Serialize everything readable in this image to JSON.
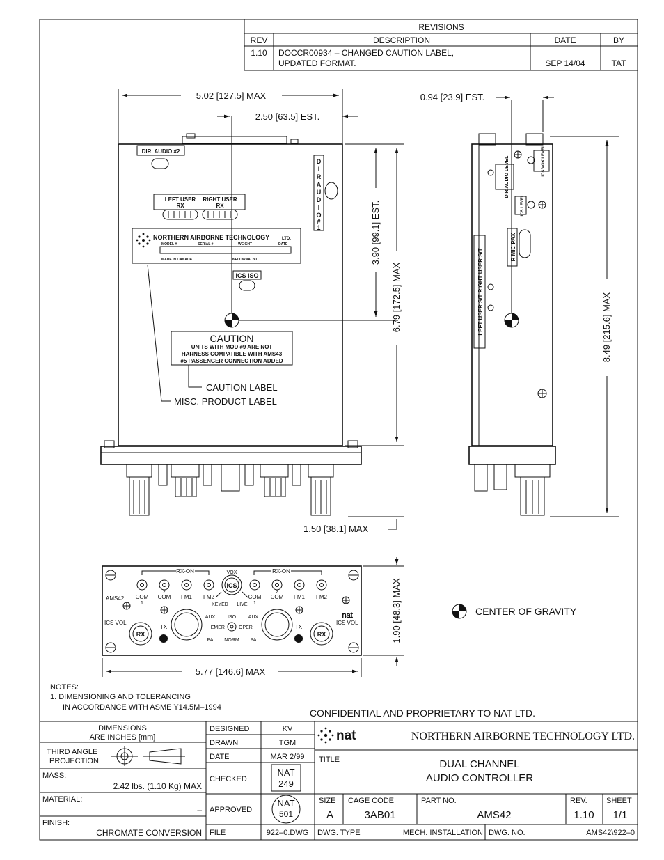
{
  "revisions": {
    "title": "REVISIONS",
    "col_rev": "REV",
    "col_description": "DESCRIPTION",
    "col_date": "DATE",
    "col_by": "BY",
    "rows": [
      {
        "rev": "1.10",
        "desc_line1": "DOCCR00934 – CHANGED CAUTION LABEL,",
        "desc_line2": "UPDATED FORMAT.",
        "date": "SEP 14/04",
        "by": "TAT"
      }
    ]
  },
  "dimensions": {
    "top_width": "5.02 [127.5] MAX",
    "cg_offset": "2.50 [63.5] EST.",
    "side_depth": "0.94 [23.9] EST.",
    "cg_height": "3.90 [99.1] EST.",
    "body_height": "6.79 [172.5] MAX",
    "side_height": "8.49 [215.6] MAX",
    "knob_depth": "1.50 [38.1] MAX",
    "front_height": "1.90 [48.3] MAX",
    "front_width": "5.77 [146.6] MAX"
  },
  "front_labels": {
    "dir_audio_2": "DIR. AUDIO #2",
    "dir_audio_1": [
      "D",
      "I",
      "R",
      "A",
      "U",
      "D",
      "I",
      "O",
      "#",
      "1"
    ],
    "left_user": "LEFT USER",
    "right_user": "RIGHT USER",
    "rx": "RX",
    "product_company": "NORTHERN AIRBORNE TECHNOLOGY",
    "product_ltd": "LTD.",
    "product_model": "MODEL #",
    "product_serial": "SERIAL #",
    "product_weight": "WEIGHT",
    "product_date": "DATE",
    "product_made": "MADE IN CANADA",
    "product_city": "KELOWNA, B.C.",
    "ics_iso": "ICS ISO",
    "caution_title": "CAUTION",
    "caution_l1": "UNITS WITH MOD #9 ARE NOT",
    "caution_l2": "HARNESS COMPATIBLE WITH AMS43",
    "caution_l3": "#5 PASSENGER CONNECTION ADDED",
    "caution_callout": "CAUTION LABEL",
    "misc_callout": "MISC. PRODUCT LABEL"
  },
  "side_labels": {
    "dir_audio_level": "DIR AUDIO LEVEL",
    "ics_vox_level": "ICS VOX LEVEL",
    "ics_level": "ICS LEVEL",
    "r_mic_pax": "R MIC PAX",
    "user_st": "LEFT USER S/T    RIGHT USER S/T"
  },
  "panel_labels": {
    "rx_on": "RX-ON",
    "vox": "VOX",
    "ics": "ICS",
    "ams42": "AMS42",
    "com1": "COM",
    "com2": "COM",
    "fm1": "FM1",
    "fm2": "FM2",
    "n1": "1",
    "n2": "2",
    "keyed": "KEYED",
    "live": "LIVE",
    "aux": "AUX",
    "iso": "ISO",
    "emer": "EMER",
    "oper": "OPER",
    "pa": "PA",
    "norm": "NORM",
    "ics_vol": "ICS VOL",
    "tx": "TX",
    "rx": "RX",
    "nat": "nat"
  },
  "cg_legend": "CENTER OF GRAVITY",
  "notes": {
    "title": "NOTES:",
    "line1": "1. DIMENSIONING AND TOLERANCING",
    "line2": "IN ACCORDANCE WITH ASME Y14.5M–1994"
  },
  "confidential": "CONFIDENTIAL AND PROPRIETARY TO NAT LTD.",
  "title_block": {
    "dimensions_l1": "DIMENSIONS",
    "dimensions_l2": "ARE INCHES [mm]",
    "projection_l1": "THIRD ANGLE",
    "projection_l2": "PROJECTION",
    "mass_label": "MASS:",
    "mass_value": "2.42 lbs. (1.10 Kg) MAX",
    "material_label": "MATERIAL:",
    "material_value": "–",
    "finish_label": "FINISH:",
    "finish_value": "CHROMATE CONVERSION",
    "designed_label": "DESIGNED",
    "designed_value": "KV",
    "drawn_label": "DRAWN",
    "drawn_value": "TGM",
    "date_label": "DATE",
    "date_value": "MAR 2/99",
    "checked_label": "CHECKED",
    "checked_stamp_l1": "NAT",
    "checked_stamp_l2": "249",
    "approved_label": "APPROVED",
    "approved_stamp_l1": "NAT",
    "approved_stamp_l2": "501",
    "file_label": "FILE",
    "file_value": "922–0.DWG",
    "company_logo": "nat",
    "company": "NORTHERN AIRBORNE TECHNOLOGY LTD.",
    "title_label": "TITLE",
    "title_l1": "DUAL CHANNEL",
    "title_l2": "AUDIO CONTROLLER",
    "size_label": "SIZE",
    "size_value": "A",
    "cage_label": "CAGE CODE",
    "cage_value": "3AB01",
    "part_label": "PART NO.",
    "part_value": "AMS42",
    "rev_label": "REV.",
    "rev_value": "1.10",
    "sheet_label": "SHEET",
    "sheet_value": "1/1",
    "dwg_type_label": "DWG. TYPE",
    "dwg_type_value": "MECH. INSTALLATION",
    "dwg_no_label": "DWG. NO.",
    "dwg_no_value": "AMS42\\922–0"
  }
}
